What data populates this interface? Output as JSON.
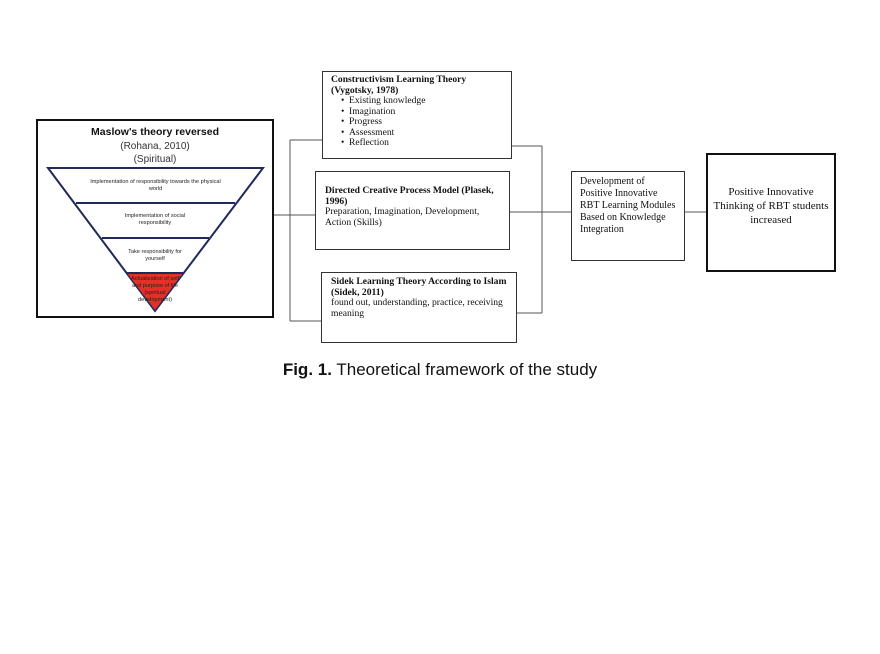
{
  "maslow": {
    "title": "Maslow's theory reversed",
    "author": "(Rohana, 2010)",
    "level": "(Spiritual)",
    "tiers": [
      "Implementation of responsibility towards the physical world",
      "Implementation of social responsibility",
      "Take responsibility for yourself",
      "Actualization of self and purpose of life (spiritual development)"
    ],
    "apex_color": "#e53027"
  },
  "constructivism": {
    "title": "Constructivism Learning Theory (Vygotsky, 1978)",
    "items": [
      "Existing knowledge",
      "Imagination",
      "Progress",
      "Assessment",
      "Reflection"
    ]
  },
  "directed": {
    "title": "Directed Creative Process Model (Plasek, 1996)",
    "body": "Preparation, Imagination, Development, Action (Skills)"
  },
  "sidek": {
    "title": "Sidek Learning Theory According to Islam (Sidek, 2011)",
    "body": "found out, understanding, practice, receiving meaning"
  },
  "development": {
    "text": "Development of Positive Innovative RBT Learning Modules Based on Knowledge Integration"
  },
  "outcome": {
    "text": "Positive Innovative Thinking of RBT students increased"
  },
  "caption": {
    "label": "Fig. 1.",
    "text": " Theoretical framework of the study"
  }
}
